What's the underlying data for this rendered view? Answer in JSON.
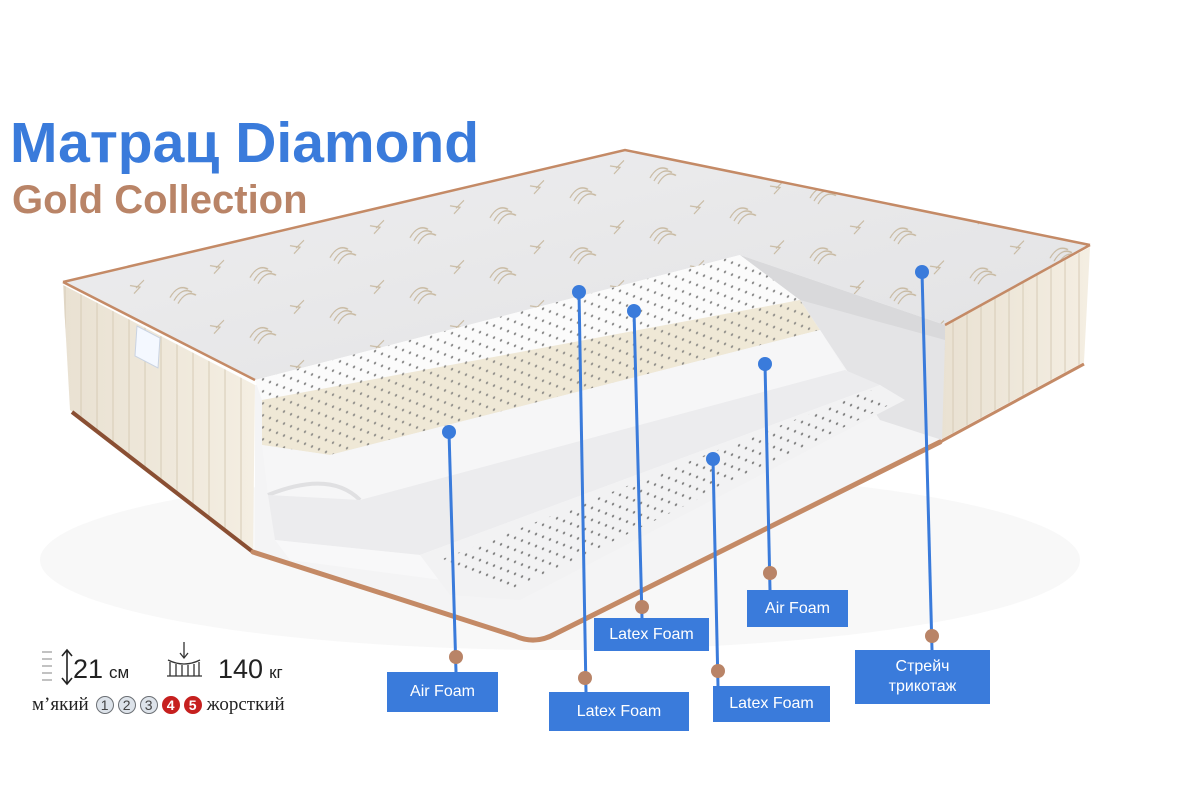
{
  "header": {
    "title": "Матрац Diamond",
    "subtitle": "Gold Collection"
  },
  "colors": {
    "accent_blue": "#3a7bdb",
    "accent_brown": "#b98467",
    "firmness_active": "#c6201f",
    "firmness_inactive": "#dde3ea"
  },
  "specs": {
    "height_icon": "height-arrow-icon",
    "height_value": "21",
    "height_unit": "см",
    "load_icon": "weight-load-icon",
    "load_value": "140",
    "load_unit": "кг",
    "firmness_soft_label": "м’який",
    "firmness_hard_label": "жорсткий",
    "firmness_scale": [
      {
        "value": "1",
        "active": false
      },
      {
        "value": "2",
        "active": false
      },
      {
        "value": "3",
        "active": false
      },
      {
        "value": "4",
        "active": true
      },
      {
        "value": "5",
        "active": true
      }
    ]
  },
  "layers": [
    {
      "label": "Air Foam"
    },
    {
      "label": "Latex Foam"
    },
    {
      "label": "Latex Foam"
    },
    {
      "label": "Air Foam"
    },
    {
      "label": "Latex Foam"
    },
    {
      "label": "Стрейч трикотаж",
      "line1": "Стрейч",
      "line2": "трикотаж"
    }
  ]
}
